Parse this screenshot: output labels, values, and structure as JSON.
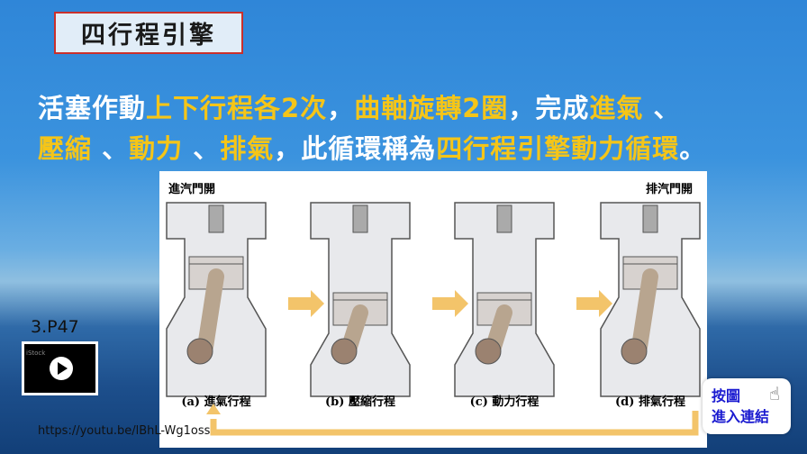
{
  "title": "四行程引擎",
  "description": {
    "line1": [
      {
        "t": "活塞作動",
        "c": "w"
      },
      {
        "t": "上下行程各2次",
        "c": "y"
      },
      {
        "t": "，",
        "c": "w"
      },
      {
        "t": "曲軸旋轉2圈",
        "c": "y"
      },
      {
        "t": "，完成",
        "c": "w"
      },
      {
        "t": "進氣",
        "c": "y"
      },
      {
        "t": " 、",
        "c": "w"
      }
    ],
    "line2": [
      {
        "t": "壓縮",
        "c": "y"
      },
      {
        "t": " 、",
        "c": "w"
      },
      {
        "t": "動力",
        "c": "y"
      },
      {
        "t": " 、",
        "c": "w"
      },
      {
        "t": "排氣",
        "c": "y"
      },
      {
        "t": "，此循環稱為",
        "c": "w"
      },
      {
        "t": "四行程引擎動力循環",
        "c": "y"
      },
      {
        "t": "。",
        "c": "w"
      }
    ]
  },
  "diagram": {
    "intake_valve_open": "進汽門開",
    "exhaust_valve_open": "排汽門開",
    "strokes": [
      "(a) 進氣行程",
      "(b) 壓縮行程",
      "(c) 動力行程",
      "(d) 排氣行程"
    ]
  },
  "page_ref": "3.P47",
  "video": {
    "watermark": "iStock",
    "icon": "play-icon"
  },
  "url": "https://youtu.be/lBhL-Wg1oss",
  "link_button": {
    "line1": "按圖",
    "line2": "進入連結",
    "icon": "hand-pointer-icon"
  },
  "colors": {
    "highlight": "#f5c518",
    "title_border": "#c9302c",
    "link": "#1a1ad0"
  }
}
